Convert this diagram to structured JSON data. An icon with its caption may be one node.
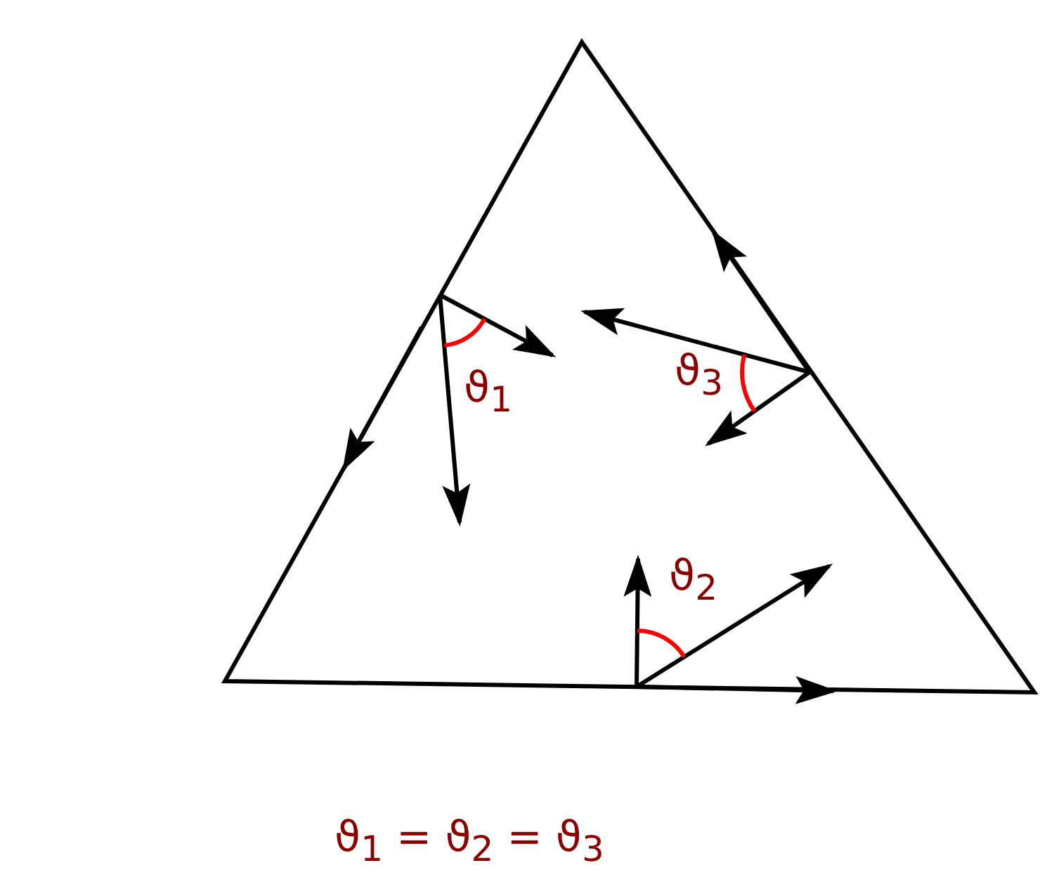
{
  "diagram": {
    "labels": [
      "ϑ$_{1}$",
      "ϑ$_{3}$",
      "ϑ$_{2}$",
      "ϑ$_{1}$ = ϑ$_{2}$ = ϑ$_{3}$"
    ]
  }
}
